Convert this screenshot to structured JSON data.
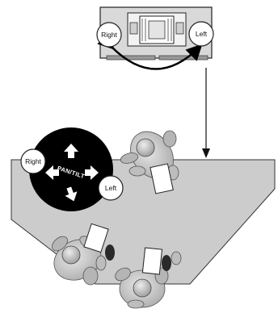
{
  "diagram": {
    "camera_unit": {
      "label_right": "Right",
      "label_left": "Left"
    },
    "remote": {
      "center_label": "PAN/TILT",
      "label_right": "Right",
      "label_left": "Left"
    }
  }
}
